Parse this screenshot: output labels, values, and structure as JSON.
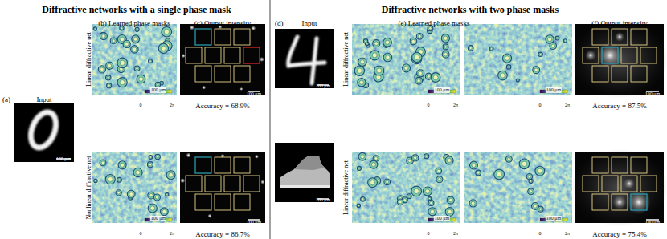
{
  "diagram": {
    "labels": [
      "Diffractive networks with a single phase mask",
      "Diffractive networks with two phase masks",
      "(a)",
      "Input",
      "100 μm",
      "(b) Learned phase masks",
      "(c) Output intensity",
      "Linear diffractive net",
      "100 μm",
      "0",
      "2π",
      "100 μm",
      "Accuracy = 68.9%",
      "Nonlinear diffractive net",
      "100 μm",
      "0",
      "2π",
      "100 μm",
      "Accuracy = 86.7%",
      "(d)",
      "Input",
      "(e) Learned phase masks",
      "(f) Output intensity",
      "Linear diffractive net",
      "100 μm",
      "100 μm",
      "0",
      "2π",
      "100 μm",
      "0",
      "2π",
      "100 μm",
      "Accuracy = 87.5%",
      "Linear diffractive net",
      "100 μm",
      "100 μm",
      "0",
      "2π",
      "100 μm",
      "0",
      "2π",
      "100 μm",
      "Accuracy = 75.4%"
    ]
  }
}
